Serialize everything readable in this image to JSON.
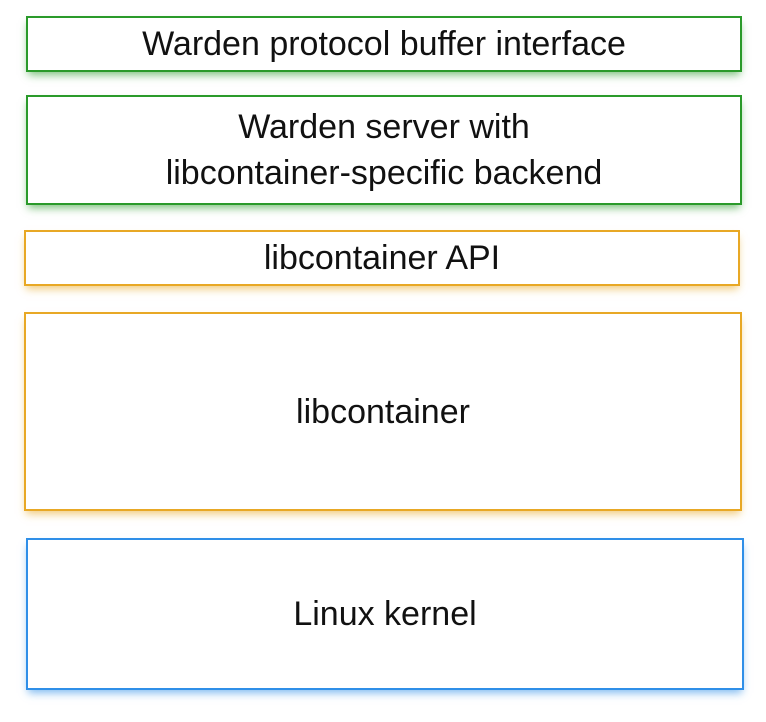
{
  "colors": {
    "green": "#2a9a2a",
    "orange": "#e8a825",
    "blue": "#2f8fe8"
  },
  "layers": [
    {
      "lines": [
        "Warden protocol buffer interface"
      ],
      "color": "#2a9a2a"
    },
    {
      "lines": [
        "Warden server with",
        "libcontainer-specific backend"
      ],
      "color": "#2a9a2a"
    },
    {
      "lines": [
        "libcontainer API"
      ],
      "color": "#e8a825"
    },
    {
      "lines": [
        "libcontainer"
      ],
      "color": "#e8a825"
    },
    {
      "lines": [
        "Linux kernel"
      ],
      "color": "#2f8fe8"
    }
  ]
}
